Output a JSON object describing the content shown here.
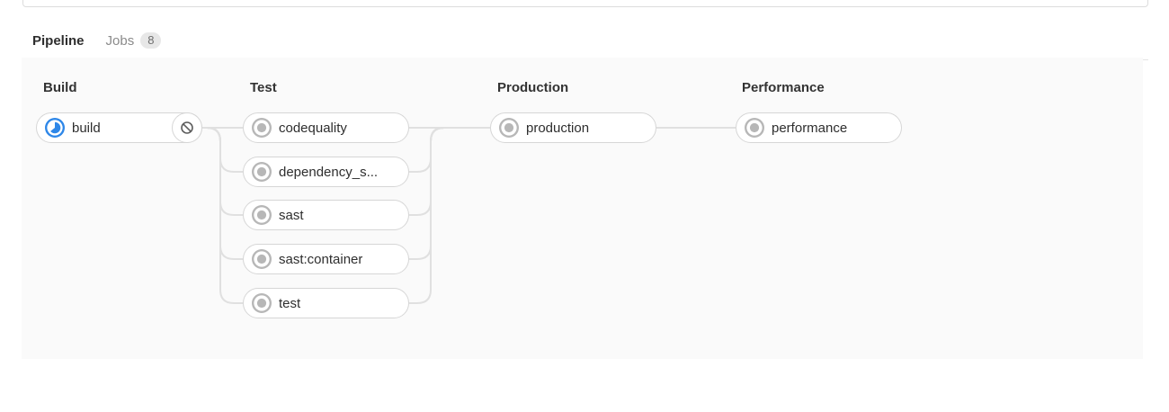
{
  "tabs": {
    "pipeline_label": "Pipeline",
    "jobs_label": "Jobs",
    "jobs_count": "8"
  },
  "stages": [
    {
      "name": "Build",
      "jobs": [
        {
          "label": "build",
          "status": "running",
          "status_icon": "status-running-icon",
          "action_icon": "cancel-ban-icon"
        }
      ]
    },
    {
      "name": "Test",
      "jobs": [
        {
          "label": "codequality",
          "status": "created",
          "status_icon": "status-created-icon"
        },
        {
          "label": "dependency_s...",
          "status": "created",
          "status_icon": "status-created-icon"
        },
        {
          "label": "sast",
          "status": "created",
          "status_icon": "status-created-icon"
        },
        {
          "label": "sast:container",
          "status": "created",
          "status_icon": "status-created-icon"
        },
        {
          "label": "test",
          "status": "created",
          "status_icon": "status-created-icon"
        }
      ]
    },
    {
      "name": "Production",
      "jobs": [
        {
          "label": "production",
          "status": "created",
          "status_icon": "status-created-icon"
        }
      ]
    },
    {
      "name": "Performance",
      "jobs": [
        {
          "label": "performance",
          "status": "created",
          "status_icon": "status-created-icon"
        }
      ]
    }
  ],
  "colors": {
    "accent_tab_indicator": "#6670c4",
    "running_blue": "#2e87e8",
    "created_gray": "#b7b7b7",
    "connector_gray": "#e0e0e0",
    "cancel_icon_gray": "#5c5c5c"
  }
}
